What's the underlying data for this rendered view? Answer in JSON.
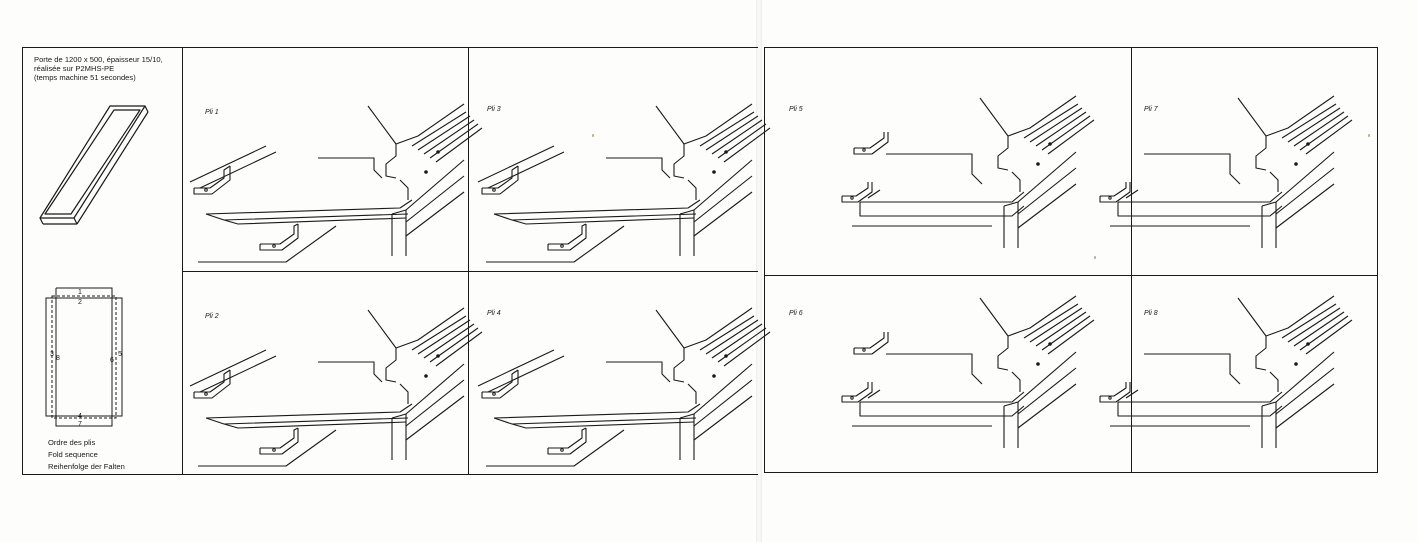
{
  "intro": {
    "line1": "Porte de 1200 x 500, épaisseur 15/10,",
    "line2": "réalisée sur P2MHS-PE",
    "line3": "(temps machine 51 secondes)"
  },
  "sequence_caption": {
    "fr": "Ordre des plis",
    "en": "Fold sequence",
    "de": "Reihenfolge der Falten"
  },
  "fold_diagram_numbers": {
    "top": "1",
    "top_inner": "2",
    "left": "8",
    "left_outer": "3",
    "right": "6",
    "right_outer": "5",
    "bottom": "4",
    "bottom_inner": "7"
  },
  "steps": [
    {
      "id": "pli-1",
      "label": "Pli 1"
    },
    {
      "id": "pli-2",
      "label": "Pli 2"
    },
    {
      "id": "pli-3",
      "label": "Pli 3"
    },
    {
      "id": "pli-4",
      "label": "Pli 4"
    },
    {
      "id": "pli-5",
      "label": "Pli 5"
    },
    {
      "id": "pli-6",
      "label": "Pli 6"
    },
    {
      "id": "pli-7",
      "label": "Pli 7"
    },
    {
      "id": "pli-8",
      "label": "Pli 8"
    }
  ]
}
